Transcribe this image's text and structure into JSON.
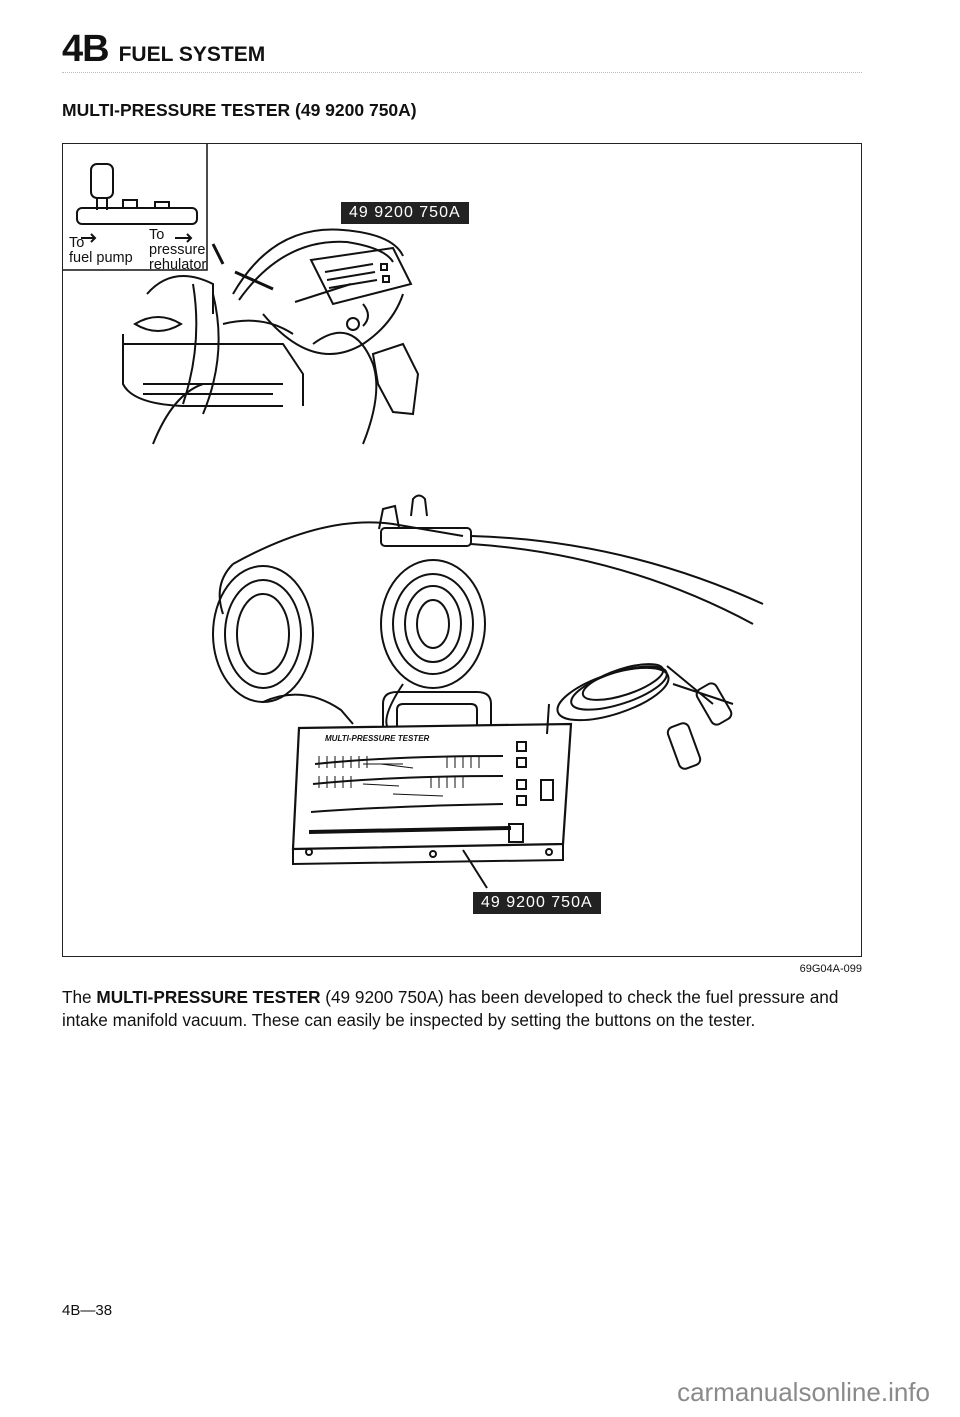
{
  "header": {
    "section_number": "4B",
    "section_title": "FUEL SYSTEM"
  },
  "subheading": "MULTI-PRESSURE TESTER (49 9200 750A)",
  "figure": {
    "tag_top": "49 9200 750A",
    "tag_bottom": "49 9200 750A",
    "label_fuel_pump": "To\nfuel pump",
    "label_regulator": "To\npressure\nrehulator",
    "panel_title": "MULTI-PRESSURE TESTER",
    "figure_code": "69G04A-099"
  },
  "body": {
    "prefix": "The ",
    "bold_term": "MULTI-PRESSURE TESTER",
    "suffix": " (49 9200 750A) has been developed to check the fuel pressure and intake manifold vacuum. These can easily be inspected by setting the buttons on the tester."
  },
  "footer": {
    "page_number": "4B—38",
    "watermark": "carmanualsonline.info"
  }
}
